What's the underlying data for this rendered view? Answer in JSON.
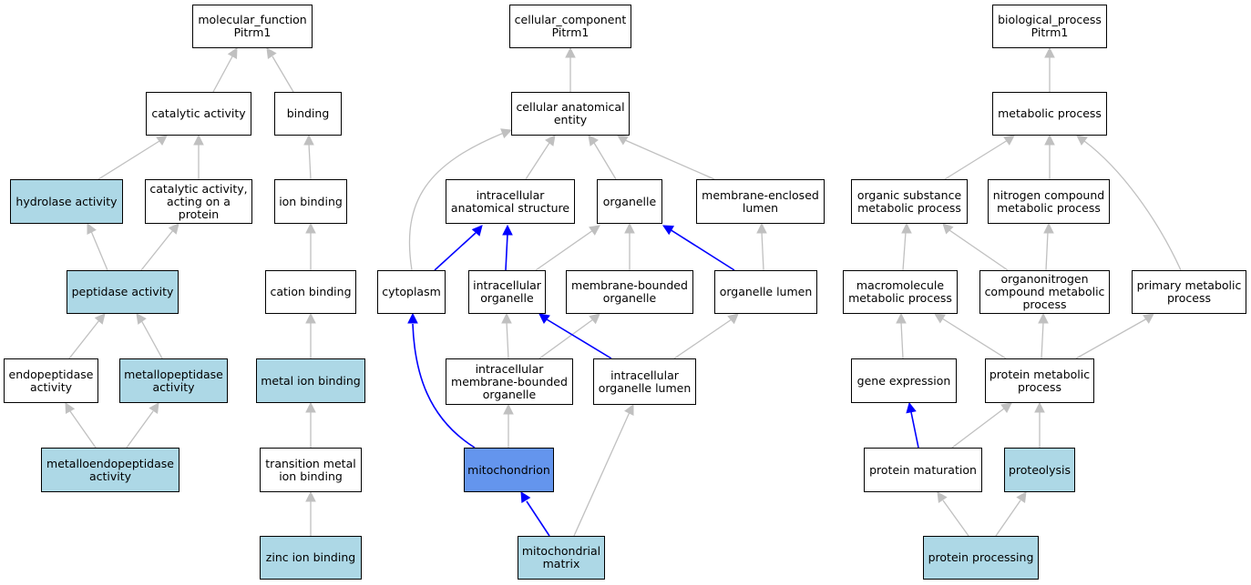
{
  "colors": {
    "node_fill": "#ffffff",
    "highlight_fill": "#add8e6",
    "selected_fill": "#6495ed",
    "edge_gray": "#c0c0c0",
    "edge_blue": "#0000ff"
  },
  "nodes": {
    "molecular_function": "molecular_function\nPitrm1",
    "catalytic_activity": "catalytic activity",
    "binding": "binding",
    "hydrolase_activity": "hydrolase activity",
    "catalytic_activity_protein": "catalytic activity,\nacting on a\nprotein",
    "ion_binding": "ion binding",
    "peptidase_activity": "peptidase activity",
    "cation_binding": "cation binding",
    "endopeptidase_activity": "endopeptidase\nactivity",
    "metallopeptidase_activity": "metallopeptidase\nactivity",
    "metal_ion_binding": "metal ion binding",
    "metalloendopeptidase_activity": "metalloendopeptidase\nactivity",
    "transition_metal_ion_binding": "transition metal\nion binding",
    "zinc_ion_binding": "zinc ion binding",
    "cellular_component": "cellular_component\nPitrm1",
    "cellular_anatomical_entity": "cellular anatomical\nentity",
    "intracellular_anatomical_structure": "intracellular\nanatomical structure",
    "organelle": "organelle",
    "membrane_enclosed_lumen": "membrane-enclosed\nlumen",
    "cytoplasm": "cytoplasm",
    "intracellular_organelle": "intracellular\norganelle",
    "membrane_bounded_organelle": "membrane-bounded\norganelle",
    "organelle_lumen": "organelle lumen",
    "intracellular_membrane_bounded_organelle": "intracellular\nmembrane-bounded\norganelle",
    "intracellular_organelle_lumen": "intracellular\norganelle lumen",
    "mitochondrion": "mitochondrion",
    "mitochondrial_matrix": "mitochondrial\nmatrix",
    "biological_process": "biological_process\nPitrm1",
    "metabolic_process": "metabolic process",
    "organic_substance_metabolic_process": "organic substance\nmetabolic process",
    "nitrogen_compound_metabolic_process": "nitrogen compound\nmetabolic process",
    "macromolecule_metabolic_process": "macromolecule\nmetabolic process",
    "organonitrogen_compound_metabolic_process": "organonitrogen\ncompound metabolic\nprocess",
    "primary_metabolic_process": "primary metabolic\nprocess",
    "gene_expression": "gene expression",
    "protein_metabolic_process": "protein metabolic\nprocess",
    "protein_maturation": "protein maturation",
    "proteolysis": "proteolysis",
    "protein_processing": "protein processing"
  }
}
